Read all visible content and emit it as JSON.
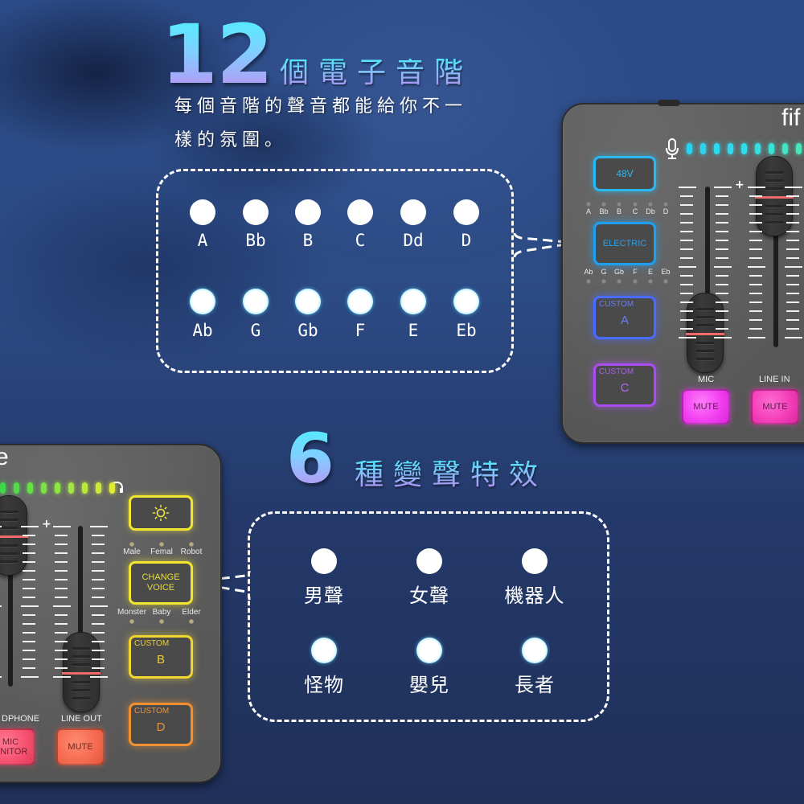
{
  "section1": {
    "number": "12",
    "title": "個電子音階",
    "description_line1": "每個音階的聲音都能給你不一",
    "description_line2": "樣的氛圍。",
    "notes_row1": [
      "A",
      "Bb",
      "B",
      "C",
      "Dd",
      "D"
    ],
    "notes_row2": [
      "Ab",
      "G",
      "Gb",
      "F",
      "E",
      "Eb"
    ]
  },
  "section2": {
    "number": "6",
    "title": "種變聲特效",
    "voices_row1": [
      "男聲",
      "女聲",
      "機器人"
    ],
    "voices_row2": [
      "怪物",
      "嬰兒",
      "長者"
    ]
  },
  "device_right": {
    "brand_partial": "fif",
    "pad_48v": "48V",
    "scale_row1": [
      "A",
      "Bb",
      "B",
      "C",
      "Db",
      "D"
    ],
    "pad_electric": "ELECTRIC",
    "scale_row2": [
      "Ab",
      "G",
      "Gb",
      "F",
      "E",
      "Eb"
    ],
    "custom_a": {
      "caption": "CUSTOM",
      "letter": "A"
    },
    "custom_c": {
      "caption": "CUSTOM",
      "letter": "C"
    },
    "channel_mic": "MIC",
    "channel_line_in": "LINE IN",
    "mute_mic": "MUTE",
    "mute_line_in": "MUTE",
    "plus": "+",
    "colors": {
      "pad_48v": "#2bb8f0",
      "pad_electric": "#1f9ff0",
      "custom_a": "#4a6bff",
      "custom_c": "#a84df0",
      "mute_mic": "#f13cf0",
      "mute_line": "#f23cb8"
    }
  },
  "device_left": {
    "brand_partial": "e",
    "brightness_pad_icon": "sun-icon",
    "voice_row1": [
      "Male",
      "Femal",
      "Robot"
    ],
    "pad_change_voice_line1": "CHANGE",
    "pad_change_voice_line2": "VOICE",
    "voice_row2": [
      "Monster",
      "Baby",
      "Elder"
    ],
    "custom_b": {
      "caption": "CUSTOM",
      "letter": "B"
    },
    "custom_d": {
      "caption": "CUSTOM",
      "letter": "D"
    },
    "channel_headphone": "DPHONE",
    "channel_line_out": "LINE OUT",
    "mic_monitor_line1": "MIC",
    "mic_monitor_line2": "ONITOR",
    "mute_line_out": "MUTE",
    "plus": "+",
    "colors": {
      "pad_yellow": "#f0e630",
      "custom_d": "#f09030",
      "mic_monitor": "#f5506e",
      "mute_line_out": "#f56a50"
    }
  }
}
